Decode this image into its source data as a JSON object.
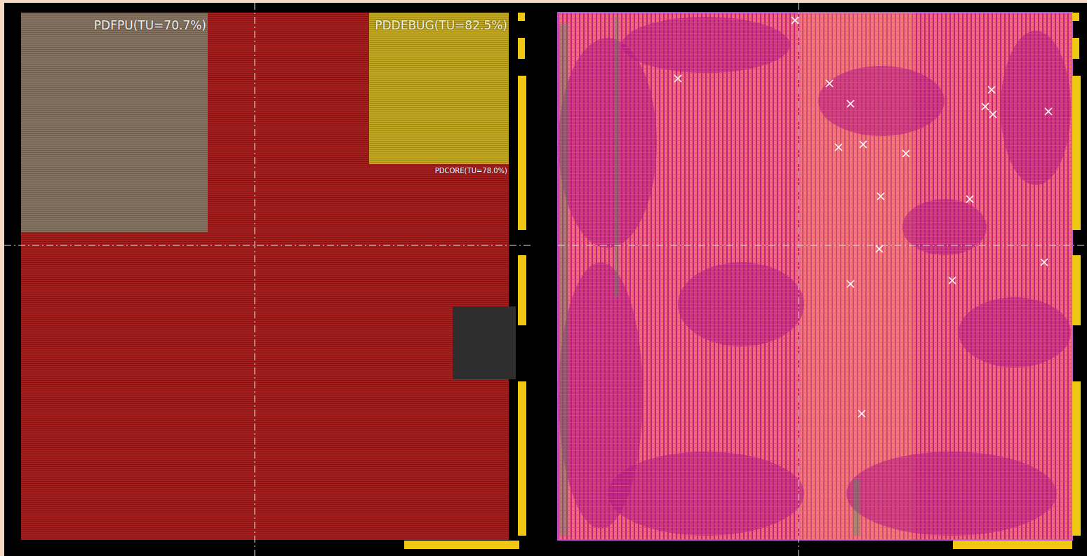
{
  "diagram": {
    "nodes": [
      {
        "text": [
          "PDCORE(TU=78.0%)"
        ]
      },
      {
        "text": [
          "PDFPU(TU=70.7%)"
        ],
        "in": 0
      },
      {
        "text": [
          "PDDEBUG(TU=82.5%)"
        ],
        "in": 0
      }
    ]
  }
}
